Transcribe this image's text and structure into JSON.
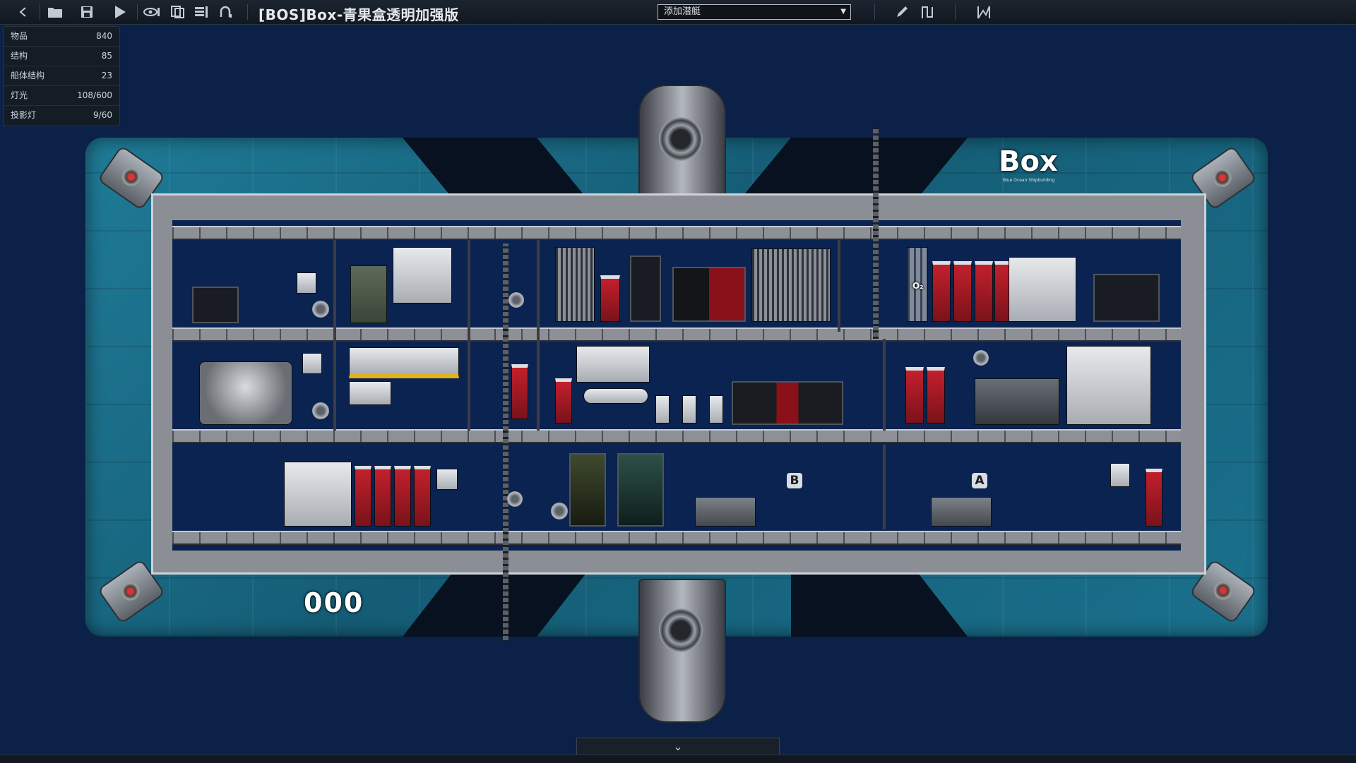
{
  "toolbar": {
    "back_icon": "chevron-left-icon",
    "open_icon": "folder-icon",
    "save_icon": "save-icon",
    "play_icon": "play-icon",
    "title": "[BOS]Box-青果盒透明加强版",
    "add_sub_select": "添加潜艇"
  },
  "stats": [
    {
      "label": "物品",
      "value": "840"
    },
    {
      "label": "结构",
      "value": "85"
    },
    {
      "label": "船体结构",
      "value": "23"
    },
    {
      "label": "灯光",
      "value": "108/600"
    },
    {
      "label": "投影灯",
      "value": "9/60"
    }
  ],
  "hull": {
    "brand": "Box",
    "brand_tag": "Blue Ocean Shipbuilding",
    "number": "000",
    "room_a": "A",
    "room_b": "B",
    "o2_label": "O₂"
  },
  "colors": {
    "background": "#0b2148",
    "hull": "#1a7390",
    "interior": "#0b2350",
    "alarm_red": "#c2202c"
  }
}
